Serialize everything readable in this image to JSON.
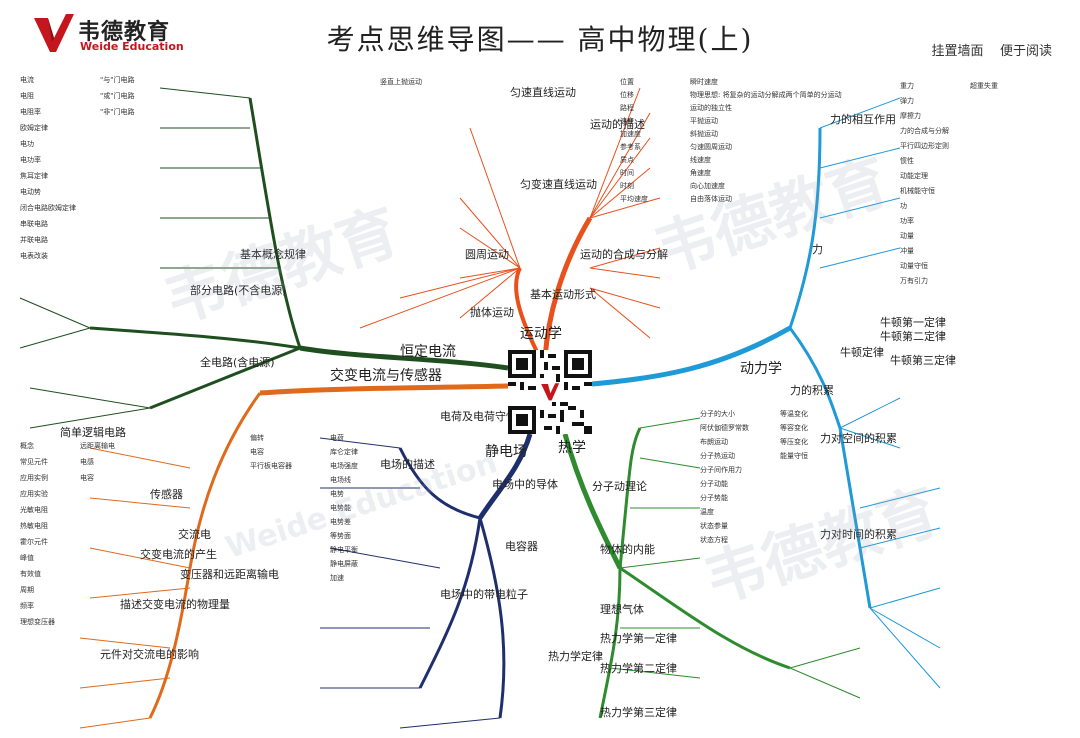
{
  "header": {
    "brand_cn": "韦德教育",
    "brand_en": "Weide Education",
    "title": "考点思维导图—— 高中物理(上)",
    "note_left": "挂置墙面",
    "note_right": "便于阅读"
  },
  "watermark": {
    "cn": "韦德教育",
    "en": "Weide Education"
  },
  "colors": {
    "brand_red": "#c5161d",
    "mechanics_orange": "#e8501c",
    "dynamics_blue": "#1e9ad6",
    "thermal_green": "#2e8b2e",
    "electro_navy": "#1f2f6e",
    "circuit_green": "#2f4f2f",
    "ac_orange": "#e06a1b"
  },
  "mindmap": {
    "center": "运动学",
    "branches": {
      "kinematics": {
        "label": "运动学",
        "sub": [
          "运动的描述",
          "运动的合成与分解",
          "基本运动形式",
          "匀速直线运动",
          "匀变速直线运动",
          "圆周运动",
          "抛体运动"
        ],
        "leaves": [
          "位置",
          "位移",
          "路程",
          "速度",
          "加速度",
          "参考系",
          "质点",
          "时间",
          "时刻",
          "平均速度",
          "瞬时速度",
          "物理思想: 将复杂的运动分解成两个简单的分运动",
          "运动的独立性",
          "平抛运动",
          "斜抛运动",
          "匀速圆周运动",
          "线速度",
          "角速度",
          "向心加速度",
          "自由落体运动",
          "竖直上抛运动"
        ]
      },
      "dynamics": {
        "label": "动力学",
        "sub": [
          "力",
          "牛顿定律",
          "牛顿第一定律",
          "牛顿第二定律",
          "牛顿第三定律",
          "力的积累",
          "力对空间的积累",
          "力对时间的积累",
          "力的相互作用"
        ],
        "leaves": [
          "重力",
          "弹力",
          "摩擦力",
          "力的合成与分解",
          "平行四边形定则",
          "惯性",
          "动能定理",
          "机械能守恒",
          "功",
          "功率",
          "动量",
          "冲量",
          "动量守恒",
          "万有引力",
          "超重失重"
        ]
      },
      "thermal": {
        "label": "热学",
        "sub": [
          "分子动理论",
          "物体的内能",
          "理想气体",
          "热力学定律",
          "热力学第一定律",
          "热力学第二定律",
          "热力学第三定律"
        ],
        "leaves": [
          "分子的大小",
          "阿伏伽德罗常数",
          "布朗运动",
          "分子热运动",
          "分子间作用力",
          "分子动能",
          "分子势能",
          "温度",
          "状态参量",
          "状态方程",
          "等温变化",
          "等容变化",
          "等压变化",
          "能量守恒"
        ]
      },
      "electrostatics": {
        "label": "静电场",
        "sub": [
          "电荷及电荷守恒定律",
          "电场的描述",
          "电场中的导体",
          "电场中的带电粒子",
          "电容器"
        ],
        "leaves": [
          "电荷",
          "库仑定律",
          "电场强度",
          "电场线",
          "电势",
          "电势能",
          "电势差",
          "等势面",
          "静电平衡",
          "静电屏蔽",
          "加速",
          "偏转",
          "电容",
          "平行板电容器"
        ]
      },
      "dc_circuit": {
        "label": "恒定电流",
        "sub": [
          "基本概念规律",
          "部分电路(不含电源)",
          "全电路(含电源)",
          "简单逻辑电路"
        ],
        "leaves": [
          "电流",
          "电阻",
          "电阻率",
          "欧姆定律",
          "电功",
          "电功率",
          "焦耳定律",
          "电动势",
          "闭合电路欧姆定律",
          "串联电路",
          "并联电路",
          "电表改装",
          "\"与\"门电路",
          "\"或\"门电路",
          "\"非\"门电路"
        ]
      },
      "ac_sensor": {
        "label": "交变电流与传感器",
        "sub": [
          "传感器",
          "交流电",
          "交变电流的产生",
          "描述交变电流的物理量",
          "变压器和远距离输电",
          "元件对交流电的影响"
        ],
        "leaves": [
          "概念",
          "常见元件",
          "应用实例",
          "应用实验",
          "光敏电阻",
          "热敏电阻",
          "霍尔元件",
          "峰值",
          "有效值",
          "周期",
          "频率",
          "理想变压器",
          "远距离输电",
          "电感",
          "电容"
        ]
      }
    }
  }
}
